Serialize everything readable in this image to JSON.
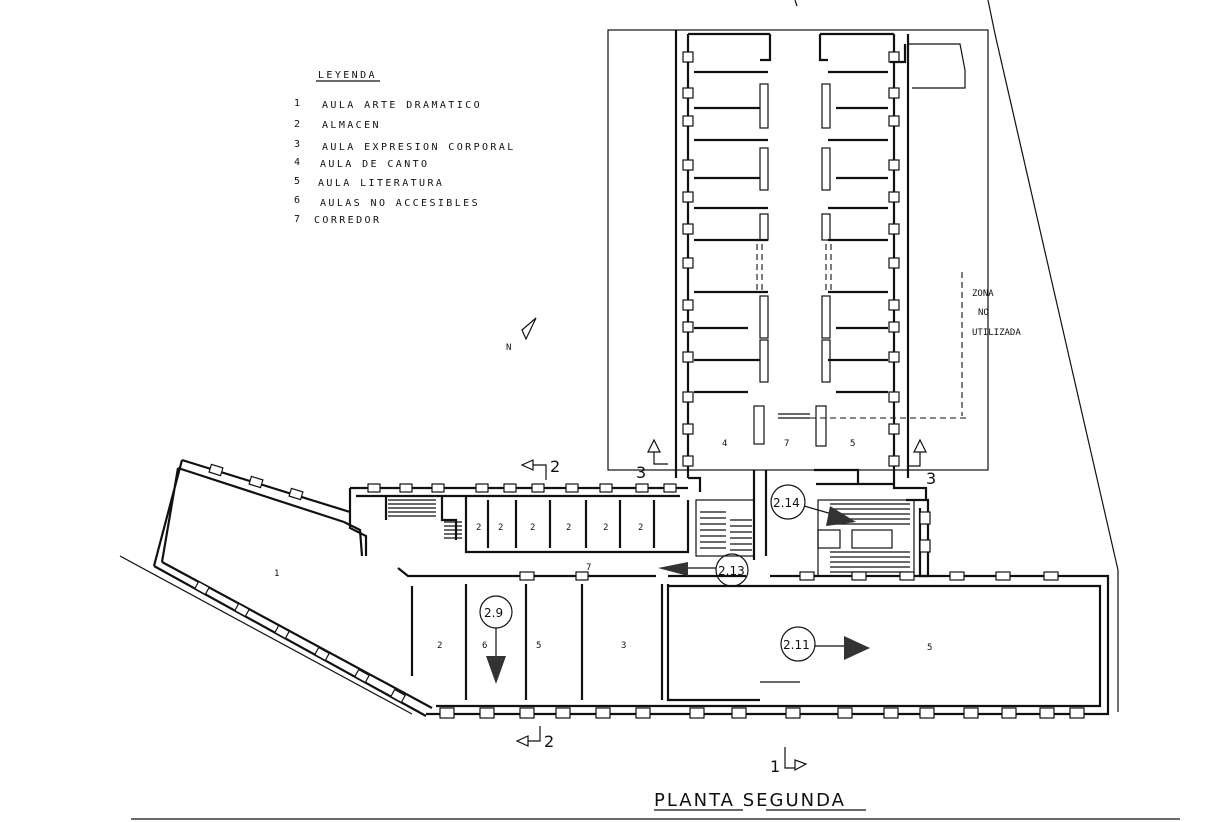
{
  "legend": {
    "title": "LEYENDA",
    "items": [
      {
        "num": "1",
        "text": "AULA ARTE DRAMATICO"
      },
      {
        "num": "2",
        "text": "ALMACEN"
      },
      {
        "num": "3",
        "text": "AULA EXPRESION CORPORAL"
      },
      {
        "num": "4",
        "text": "AULA DE CANTO"
      },
      {
        "num": "5",
        "text": "AULA LITERATURA"
      },
      {
        "num": "6",
        "text": "AULAS  NO ACCESIBLES"
      },
      {
        "num": "7",
        "text": "CORREDOR"
      }
    ]
  },
  "north": "N",
  "zone": [
    "ZONA",
    "NO",
    "UTILIZADA"
  ],
  "title": "PLANTA SEGUNDA",
  "section_marks": {
    "top_left": "2",
    "bottom_left": "2",
    "bottom_center": "1",
    "left_wing": "3",
    "right_wing": "3"
  },
  "photo_refs": [
    "2.9",
    "2.11",
    "2.13",
    "2.14"
  ],
  "rooms": {
    "arte": "1",
    "almacen_bottom": "2",
    "aula6_bottom": "6",
    "lit_small": "5",
    "expresion": "3",
    "lit_big": "5",
    "canto": "4",
    "corredor_wing": "7",
    "lit_wing": "5",
    "corredor": "7",
    "almacenes": [
      "2",
      "2",
      "2",
      "2",
      "2",
      "2"
    ]
  }
}
